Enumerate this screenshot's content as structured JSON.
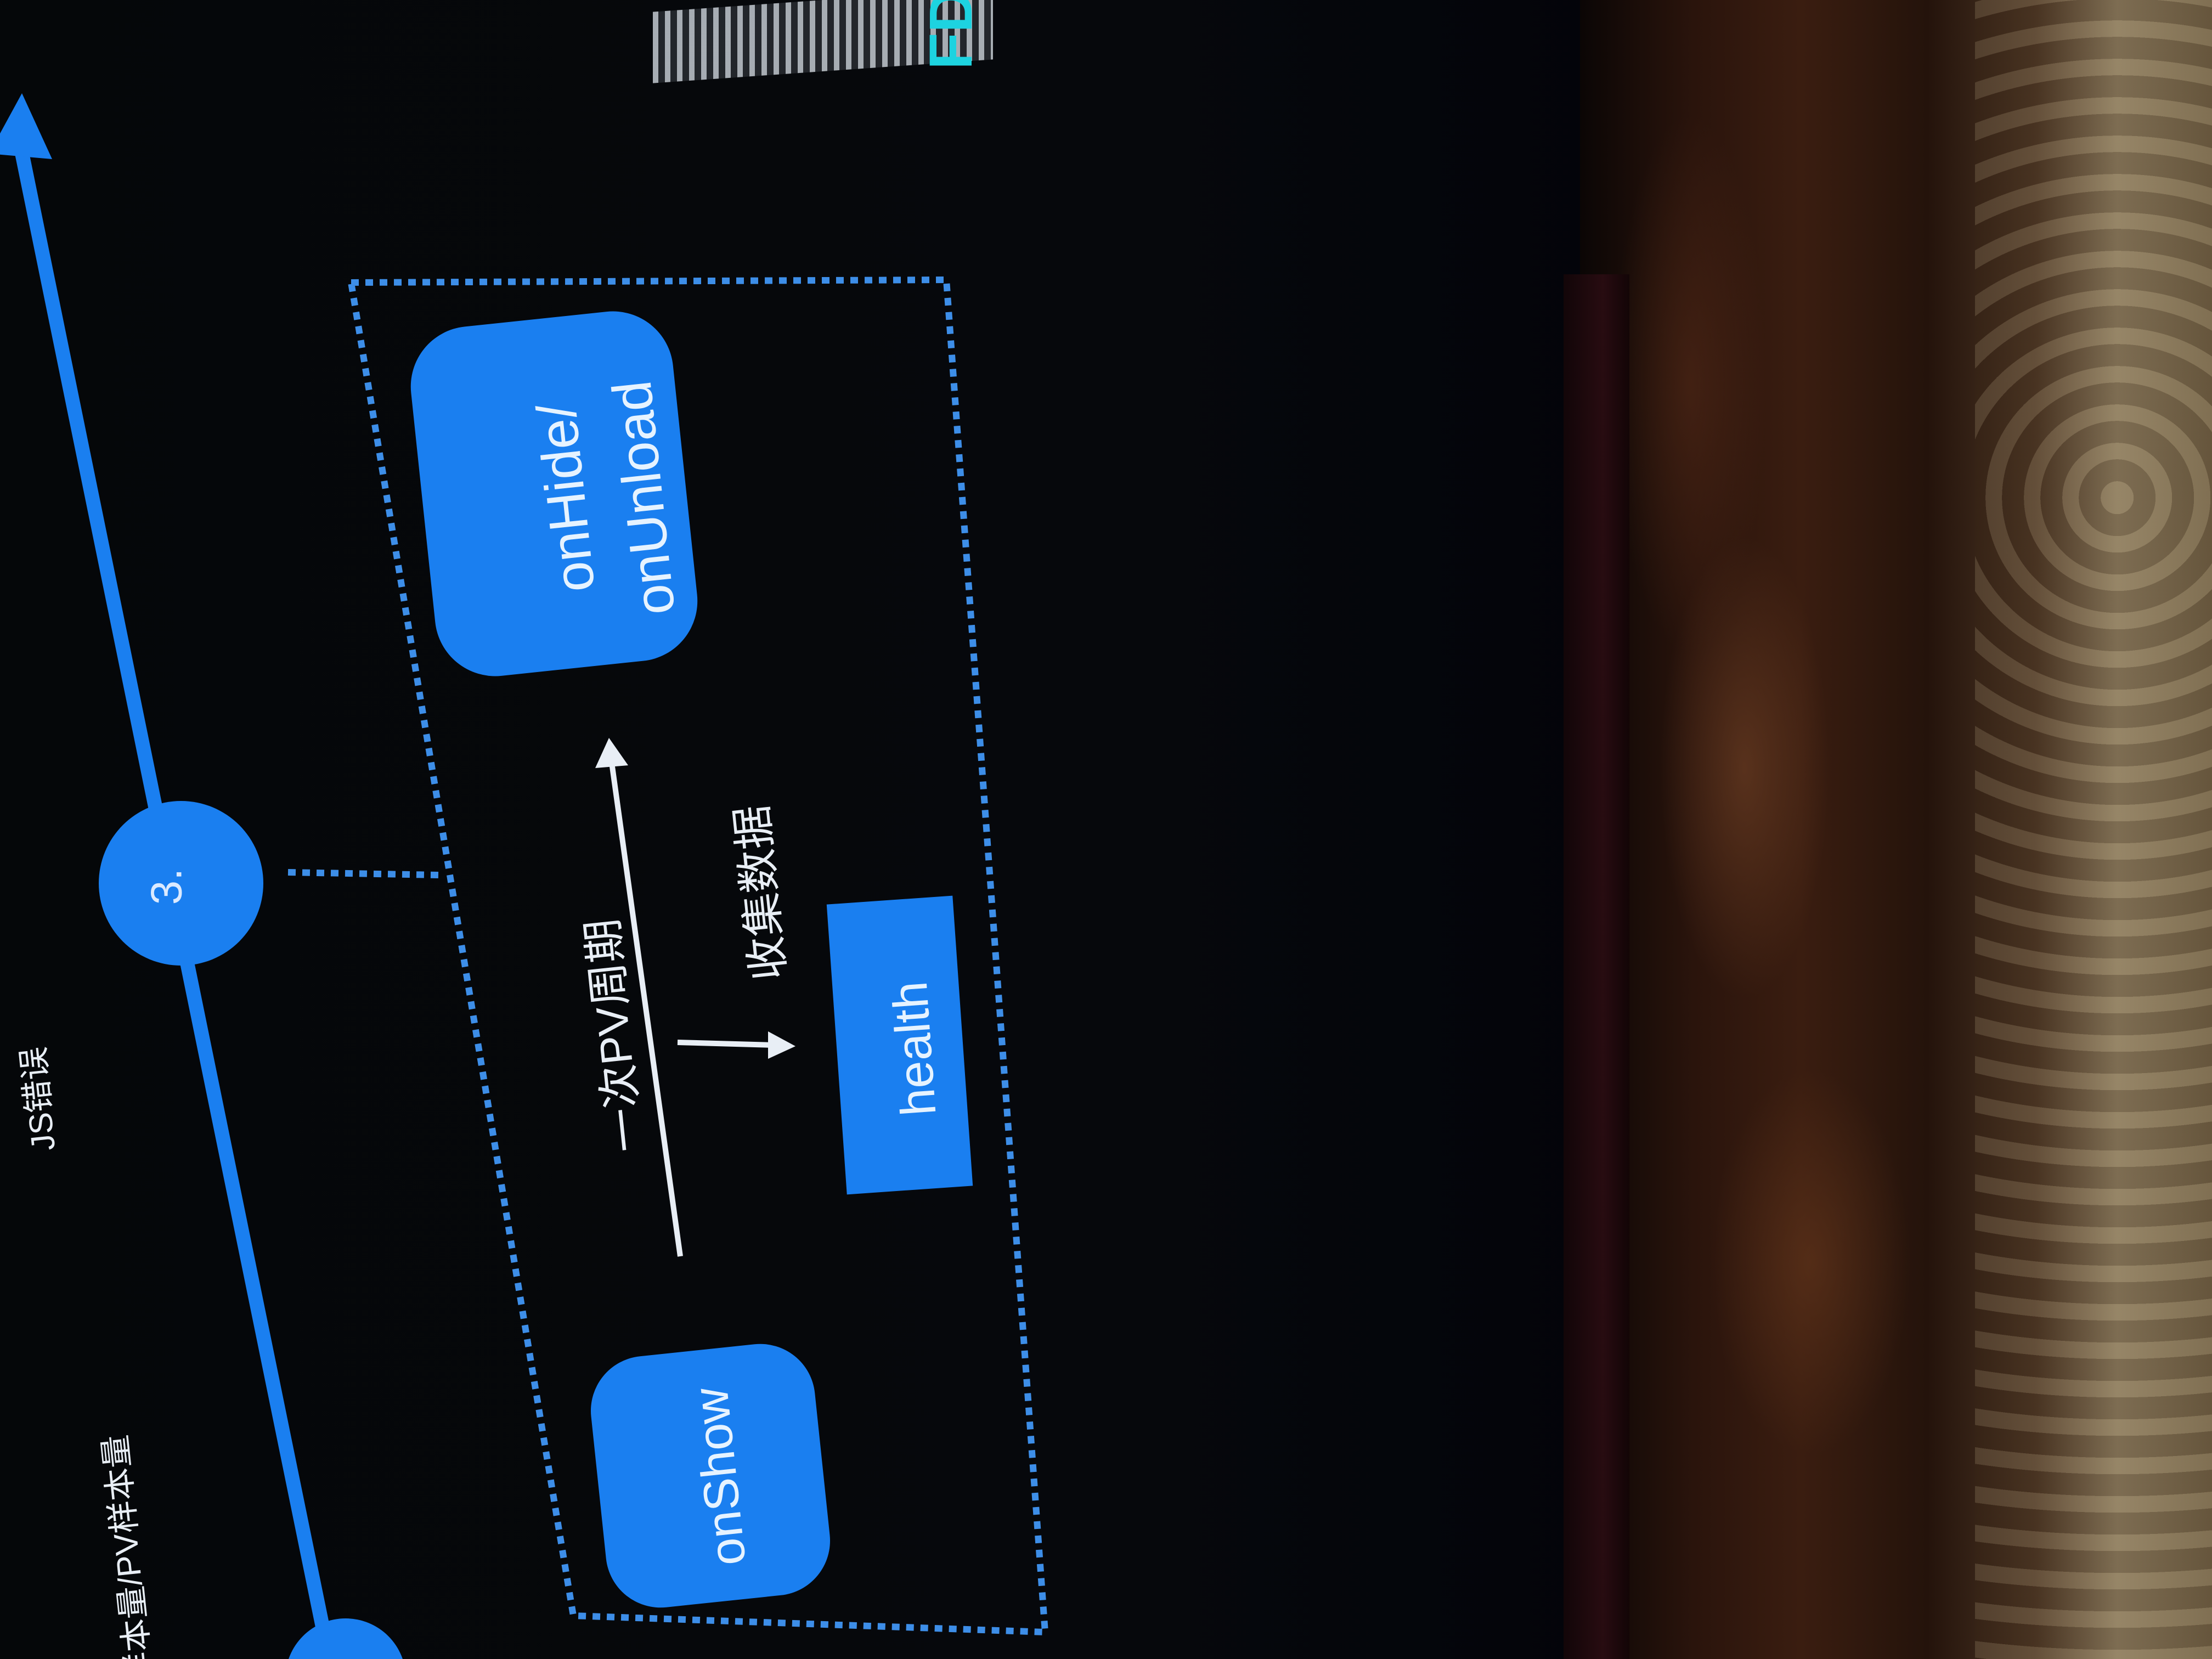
{
  "slide": {
    "circle_label": "3.",
    "box_onhide_line1": "onHide/",
    "box_onhide_line2": "onUnload",
    "box_onshow": "onShow",
    "box_health": "health",
    "arrow_label_pv": "一次PV周期",
    "arrow_label_collect": "收集数据",
    "left_edge_text_top": "JS错误",
    "left_edge_text_bottom": "样本量/PV样本量"
  },
  "logo": {
    "text": "FD"
  },
  "colors": {
    "accent_blue": "#1a7ff0",
    "dotted_border": "#3d8ee8",
    "logo_cyan": "#1dd3e0"
  }
}
